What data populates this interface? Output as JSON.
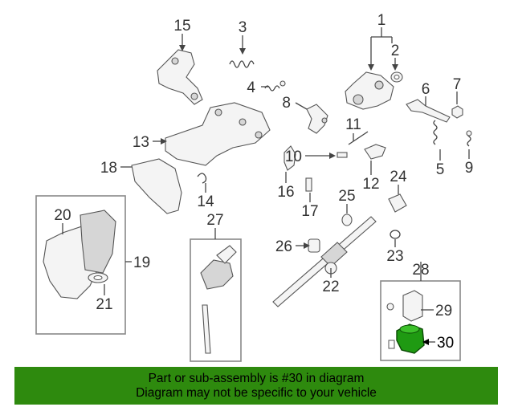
{
  "callouts": {
    "c1": "1",
    "c2": "2",
    "c3": "3",
    "c4": "4",
    "c5": "5",
    "c6": "6",
    "c7": "7",
    "c8": "8",
    "c9": "9",
    "c10": "10",
    "c11": "11",
    "c12": "12",
    "c13": "13",
    "c14": "14",
    "c15": "15",
    "c16": "16",
    "c17": "17",
    "c18": "18",
    "c19": "19",
    "c20": "20",
    "c21": "21",
    "c22": "22",
    "c23": "23",
    "c24": "24",
    "c25": "25",
    "c26": "26",
    "c27": "27",
    "c28": "28",
    "c29": "29",
    "c30": "30"
  },
  "highlight": {
    "part_number": "30",
    "color": "#2e8a0e"
  },
  "banner": {
    "line1": "Part or sub-assembly is #30 in diagram",
    "line2": "Diagram may not be specific to your vehicle",
    "background": "#2e8a0e"
  }
}
